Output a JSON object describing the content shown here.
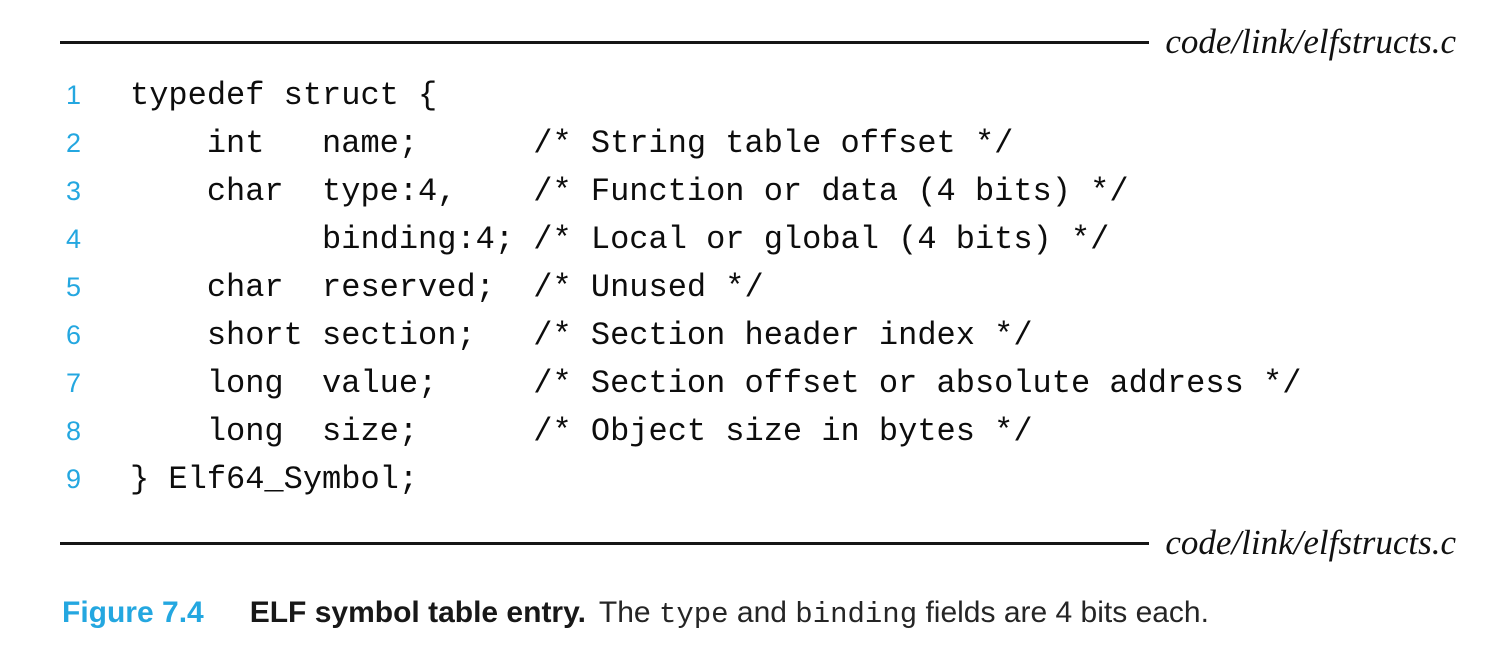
{
  "colors": {
    "accent_blue": "#24A7E0",
    "code_ink": "#0d0d0d",
    "rule": "#161616"
  },
  "listing": {
    "top_file_label": "code/link/elfstructs.c",
    "bottom_file_label": "code/link/elfstructs.c",
    "lines": [
      {
        "num": "1",
        "text": "typedef struct {"
      },
      {
        "num": "2",
        "text": "    int   name;      /* String table offset */"
      },
      {
        "num": "3",
        "text": "    char  type:4,    /* Function or data (4 bits) */"
      },
      {
        "num": "4",
        "text": "          binding:4; /* Local or global (4 bits) */"
      },
      {
        "num": "5",
        "text": "    char  reserved;  /* Unused */"
      },
      {
        "num": "6",
        "text": "    short section;   /* Section header index */"
      },
      {
        "num": "7",
        "text": "    long  value;     /* Section offset or absolute address */"
      },
      {
        "num": "8",
        "text": "    long  size;      /* Object size in bytes */"
      },
      {
        "num": "9",
        "text": "} Elf64_Symbol;"
      }
    ]
  },
  "caption": {
    "label": "Figure 7.4",
    "title": "ELF symbol table entry.",
    "description_parts": [
      {
        "text": "The ",
        "style": "sans"
      },
      {
        "text": "type",
        "style": "mono"
      },
      {
        "text": " and ",
        "style": "sans"
      },
      {
        "text": "binding",
        "style": "mono"
      },
      {
        "text": " fields are 4 bits each.",
        "style": "sans"
      }
    ]
  }
}
